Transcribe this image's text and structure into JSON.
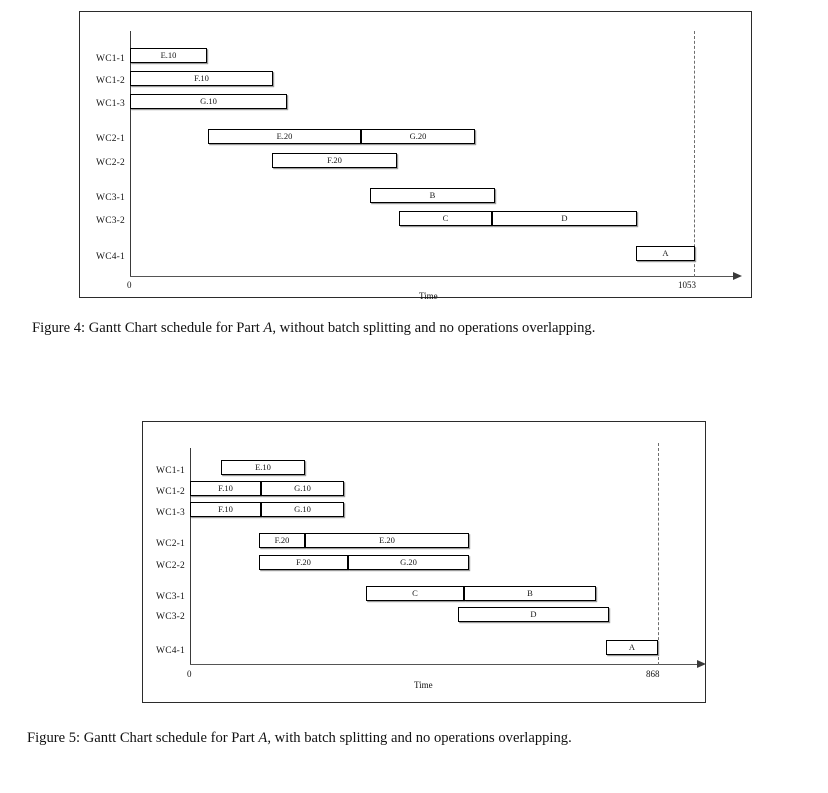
{
  "document": {
    "figures": [
      {
        "id": "figure-4",
        "caption": "Figure 4: Gantt Chart schedule for Part A, without batch splitting and no operations overlapping.",
        "chart_data": {
          "type": "bar",
          "subtype": "gantt",
          "title": "Gantt Chart schedule for Part A, without batch splitting and no operations overlapping",
          "xlabel": "Time",
          "ylabel": "",
          "grid": false,
          "legend": false,
          "axis_arrow": true,
          "xlim": [
            0,
            1250
          ],
          "x_ticks": [
            {
              "label": "0",
              "value": 0
            },
            {
              "label": "1053",
              "value": 1053
            }
          ],
          "deadline": {
            "label": "1053",
            "value": 1053,
            "style": "dashed"
          },
          "categories": [
            "WC1-1",
            "WC1-2",
            "WC1-3",
            "WC2-1",
            "WC2-2",
            "WC3-1",
            "WC3-2",
            "WC4-1"
          ],
          "tasks": [
            {
              "row": "WC1-1",
              "label": "E.10",
              "start": 0,
              "end": 146
            },
            {
              "row": "WC1-2",
              "label": "F.10",
              "start": 0,
              "end": 272
            },
            {
              "row": "WC1-3",
              "label": "G.10",
              "start": 0,
              "end": 299
            },
            {
              "row": "WC2-1",
              "label": "E.20",
              "start": 146,
              "end": 437
            },
            {
              "row": "WC2-1",
              "label": "G.20",
              "start": 437,
              "end": 653
            },
            {
              "row": "WC2-2",
              "label": "F.20",
              "start": 263,
              "end": 501
            },
            {
              "row": "WC3-1",
              "label": "B",
              "start": 441,
              "end": 678
            },
            {
              "row": "WC3-2",
              "label": "C",
              "start": 496,
              "end": 672
            },
            {
              "row": "WC3-2",
              "label": "D",
              "start": 672,
              "end": 947
            },
            {
              "row": "WC4-1",
              "label": "A",
              "start": 946,
              "end": 1053
            }
          ]
        }
      },
      {
        "id": "figure-5",
        "caption": "Figure 5: Gantt Chart schedule for Part A, with batch splitting and no operations overlapping.",
        "chart_data": {
          "type": "bar",
          "subtype": "gantt",
          "title": "Gantt Chart schedule for Part A, with batch splitting and no operations overlapping",
          "xlabel": "Time",
          "ylabel": "",
          "grid": false,
          "legend": false,
          "axis_arrow": true,
          "xlim": [
            0,
            1030
          ],
          "x_ticks": [
            {
              "label": "0",
              "value": 0
            },
            {
              "label": "868",
              "value": 868
            }
          ],
          "deadline": {
            "label": "868",
            "value": 868,
            "style": "dashed"
          },
          "categories": [
            "WC1-1",
            "WC1-2",
            "WC1-3",
            "WC2-1",
            "WC2-2",
            "WC3-1",
            "WC3-2",
            "WC4-1"
          ],
          "tasks": [
            {
              "row": "WC1-1",
              "label": "E.10",
              "start": 66,
              "end": 246
            },
            {
              "row": "WC1-2",
              "label": "F.10",
              "start": 0,
              "end": 152
            },
            {
              "row": "WC1-2",
              "label": "G.10",
              "start": 152,
              "end": 330
            },
            {
              "row": "WC1-3",
              "label": "F.10",
              "start": 0,
              "end": 152
            },
            {
              "row": "WC1-3",
              "label": "G.10",
              "start": 152,
              "end": 330
            },
            {
              "row": "WC2-1",
              "label": "F.20",
              "start": 148,
              "end": 246
            },
            {
              "row": "WC2-1",
              "label": "E.20",
              "start": 246,
              "end": 598
            },
            {
              "row": "WC2-2",
              "label": "F.20",
              "start": 148,
              "end": 339
            },
            {
              "row": "WC2-2",
              "label": "G.20",
              "start": 339,
              "end": 598
            },
            {
              "row": "WC3-1",
              "label": "C",
              "start": 377,
              "end": 588
            },
            {
              "row": "WC3-1",
              "label": "B",
              "start": 588,
              "end": 871
            },
            {
              "row": "WC3-2",
              "label": "D",
              "start": 575,
              "end": 899
            },
            {
              "row": "WC4-1",
              "label": "A",
              "start": 893,
              "end": 1005
            }
          ]
        }
      }
    ]
  },
  "fig4": {
    "rows": [
      {
        "label": "WC1-1"
      },
      {
        "label": "WC1-2"
      },
      {
        "label": "WC1-3"
      },
      {
        "label": "WC2-1"
      },
      {
        "label": "WC2-2"
      },
      {
        "label": "WC3-1"
      },
      {
        "label": "WC3-2"
      },
      {
        "label": "WC4-1"
      }
    ],
    "bars": [
      {
        "label": "E.20"
      },
      {
        "label": "G.20"
      },
      {
        "label": "E.10"
      },
      {
        "label": "F.10"
      },
      {
        "label": "G.10"
      },
      {
        "label": "F.20"
      },
      {
        "label": "B"
      },
      {
        "label": "C"
      },
      {
        "label": "D"
      },
      {
        "label": "A"
      }
    ],
    "tick_zero": "0",
    "tick_end": "1053",
    "axis_title": "Time"
  },
  "fig5": {
    "rows": [
      {
        "label": "WC1-1"
      },
      {
        "label": "WC1-2"
      },
      {
        "label": "WC1-3"
      },
      {
        "label": "WC2-1"
      },
      {
        "label": "WC2-2"
      },
      {
        "label": "WC3-1"
      },
      {
        "label": "WC3-2"
      },
      {
        "label": "WC4-1"
      }
    ],
    "bars": [
      {
        "label": "E.10"
      },
      {
        "label": "F.10"
      },
      {
        "label": "G.10"
      },
      {
        "label": "F.10b"
      },
      {
        "label": "G.10b"
      },
      {
        "label": "F.20"
      },
      {
        "label": "E.20"
      },
      {
        "label": "F.20b"
      },
      {
        "label": "G.20"
      },
      {
        "label": "C"
      },
      {
        "label": "B"
      },
      {
        "label": "D"
      },
      {
        "label": "A"
      }
    ],
    "tick_zero": "0",
    "tick_end": "868",
    "axis_title": "Time"
  },
  "captions": {
    "fig4_part1": "Figure 4: Gantt Chart schedule for Part ",
    "fig4_italic": "A",
    "fig4_part2": ", without batch splitting and no operations overlapping.",
    "fig5_part1": "Figure 5: Gantt Chart schedule for Part ",
    "fig5_italic": "A",
    "fig5_part2": ", with batch splitting and no operations overlapping."
  }
}
